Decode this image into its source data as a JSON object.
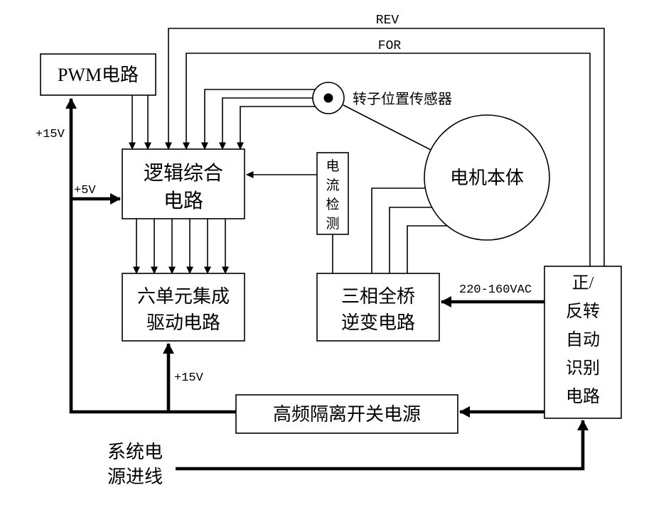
{
  "blocks": {
    "pwm": {
      "label": "PWM电路"
    },
    "logic": {
      "lines": [
        "逻辑综合",
        "电路"
      ]
    },
    "driver": {
      "lines": [
        "六单元集成",
        "驱动电路"
      ]
    },
    "current_detect": {
      "chars": [
        "电",
        "流",
        "检",
        "测"
      ]
    },
    "inverter": {
      "lines": [
        "三相全桥",
        "逆变电路"
      ]
    },
    "motor": {
      "label": "电机本体"
    },
    "sensor": {
      "label": "转子位置传感器"
    },
    "fr_recognition": {
      "lines": [
        "正/",
        "反转",
        "自动",
        "识别",
        "电路"
      ]
    },
    "hf_psu": {
      "label": "高频隔离开关电源"
    },
    "system_power": {
      "lines": [
        "系统电",
        "源进线"
      ]
    }
  },
  "labels": {
    "rev": "REV",
    "forward": "FOR",
    "v15_left": "+15V",
    "v5": "+5V",
    "v15_driver": "+15V",
    "vac": "220-160VAC"
  },
  "colors": {
    "line": "#000000",
    "background": "#ffffff",
    "text": "#000000"
  }
}
